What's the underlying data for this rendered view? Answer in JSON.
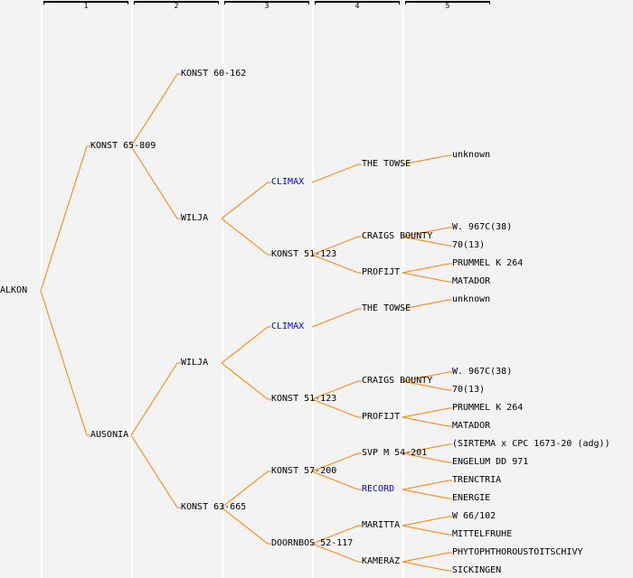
{
  "columns": [
    "1",
    "2",
    "3",
    "4",
    "5"
  ],
  "colors": {
    "line": "#ff8000",
    "link": "#0000ff",
    "text": "#000000"
  },
  "tree": {
    "name": "ALKON",
    "parents": [
      {
        "name": "KONST 65-809",
        "parents": [
          {
            "name": "KONST 60-162",
            "parents": []
          },
          {
            "name": "WILJA",
            "parents": [
              {
                "name": "CLIMAX",
                "highlight": true,
                "parents": [
                  {
                    "name": "THE TOWSE",
                    "parents": [
                      {
                        "name": "unknown",
                        "parents": []
                      },
                      null
                    ]
                  },
                  null
                ]
              },
              {
                "name": "KONST 51-123",
                "parents": [
                  {
                    "name": "CRAIGS BOUNTY",
                    "parents": [
                      {
                        "name": "W. 967C(38)",
                        "parents": []
                      },
                      {
                        "name": "70(13)",
                        "parents": []
                      }
                    ]
                  },
                  {
                    "name": "PROFIJT",
                    "parents": [
                      {
                        "name": "PRUMMEL K 264",
                        "parents": []
                      },
                      {
                        "name": "MATADOR",
                        "parents": []
                      }
                    ]
                  }
                ]
              }
            ]
          }
        ]
      },
      {
        "name": "AUSONIA",
        "parents": [
          {
            "name": "WILJA",
            "parents": [
              {
                "name": "CLIMAX",
                "highlight": true,
                "parents": [
                  {
                    "name": "THE TOWSE",
                    "parents": [
                      {
                        "name": "unknown",
                        "parents": []
                      },
                      null
                    ]
                  },
                  null
                ]
              },
              {
                "name": "KONST 51-123",
                "parents": [
                  {
                    "name": "CRAIGS BOUNTY",
                    "parents": [
                      {
                        "name": "W. 967C(38)",
                        "parents": []
                      },
                      {
                        "name": "70(13)",
                        "parents": []
                      }
                    ]
                  },
                  {
                    "name": "PROFIJT",
                    "parents": [
                      {
                        "name": "PRUMMEL K 264",
                        "parents": []
                      },
                      {
                        "name": "MATADOR",
                        "parents": []
                      }
                    ]
                  }
                ]
              }
            ]
          },
          {
            "name": "KONST 63-665",
            "parents": [
              {
                "name": "KONST 57-200",
                "parents": [
                  {
                    "name": "SVP M 54-201",
                    "parents": [
                      {
                        "name": "(SIRTEMA x CPC 1673-20 (adg))",
                        "parents": []
                      },
                      {
                        "name": "ENGELUM DD 971",
                        "parents": []
                      }
                    ]
                  },
                  {
                    "name": "RECORD",
                    "highlight": true,
                    "parents": [
                      {
                        "name": "TRENCTRIA",
                        "parents": []
                      },
                      {
                        "name": "ENERGIE",
                        "parents": []
                      }
                    ]
                  }
                ]
              },
              {
                "name": "DOORNBOS 52-117",
                "parents": [
                  {
                    "name": "MARITTA",
                    "parents": [
                      {
                        "name": "W 66/102",
                        "parents": []
                      },
                      {
                        "name": "MITTELFRUHE",
                        "parents": []
                      }
                    ]
                  },
                  {
                    "name": "KAMERAZ",
                    "parents": [
                      {
                        "name": "PHYTOPHTHOROUSTOITSCHIVY",
                        "parents": []
                      },
                      {
                        "name": "SICKINGEN",
                        "parents": []
                      }
                    ]
                  }
                ]
              }
            ]
          }
        ]
      }
    ]
  }
}
